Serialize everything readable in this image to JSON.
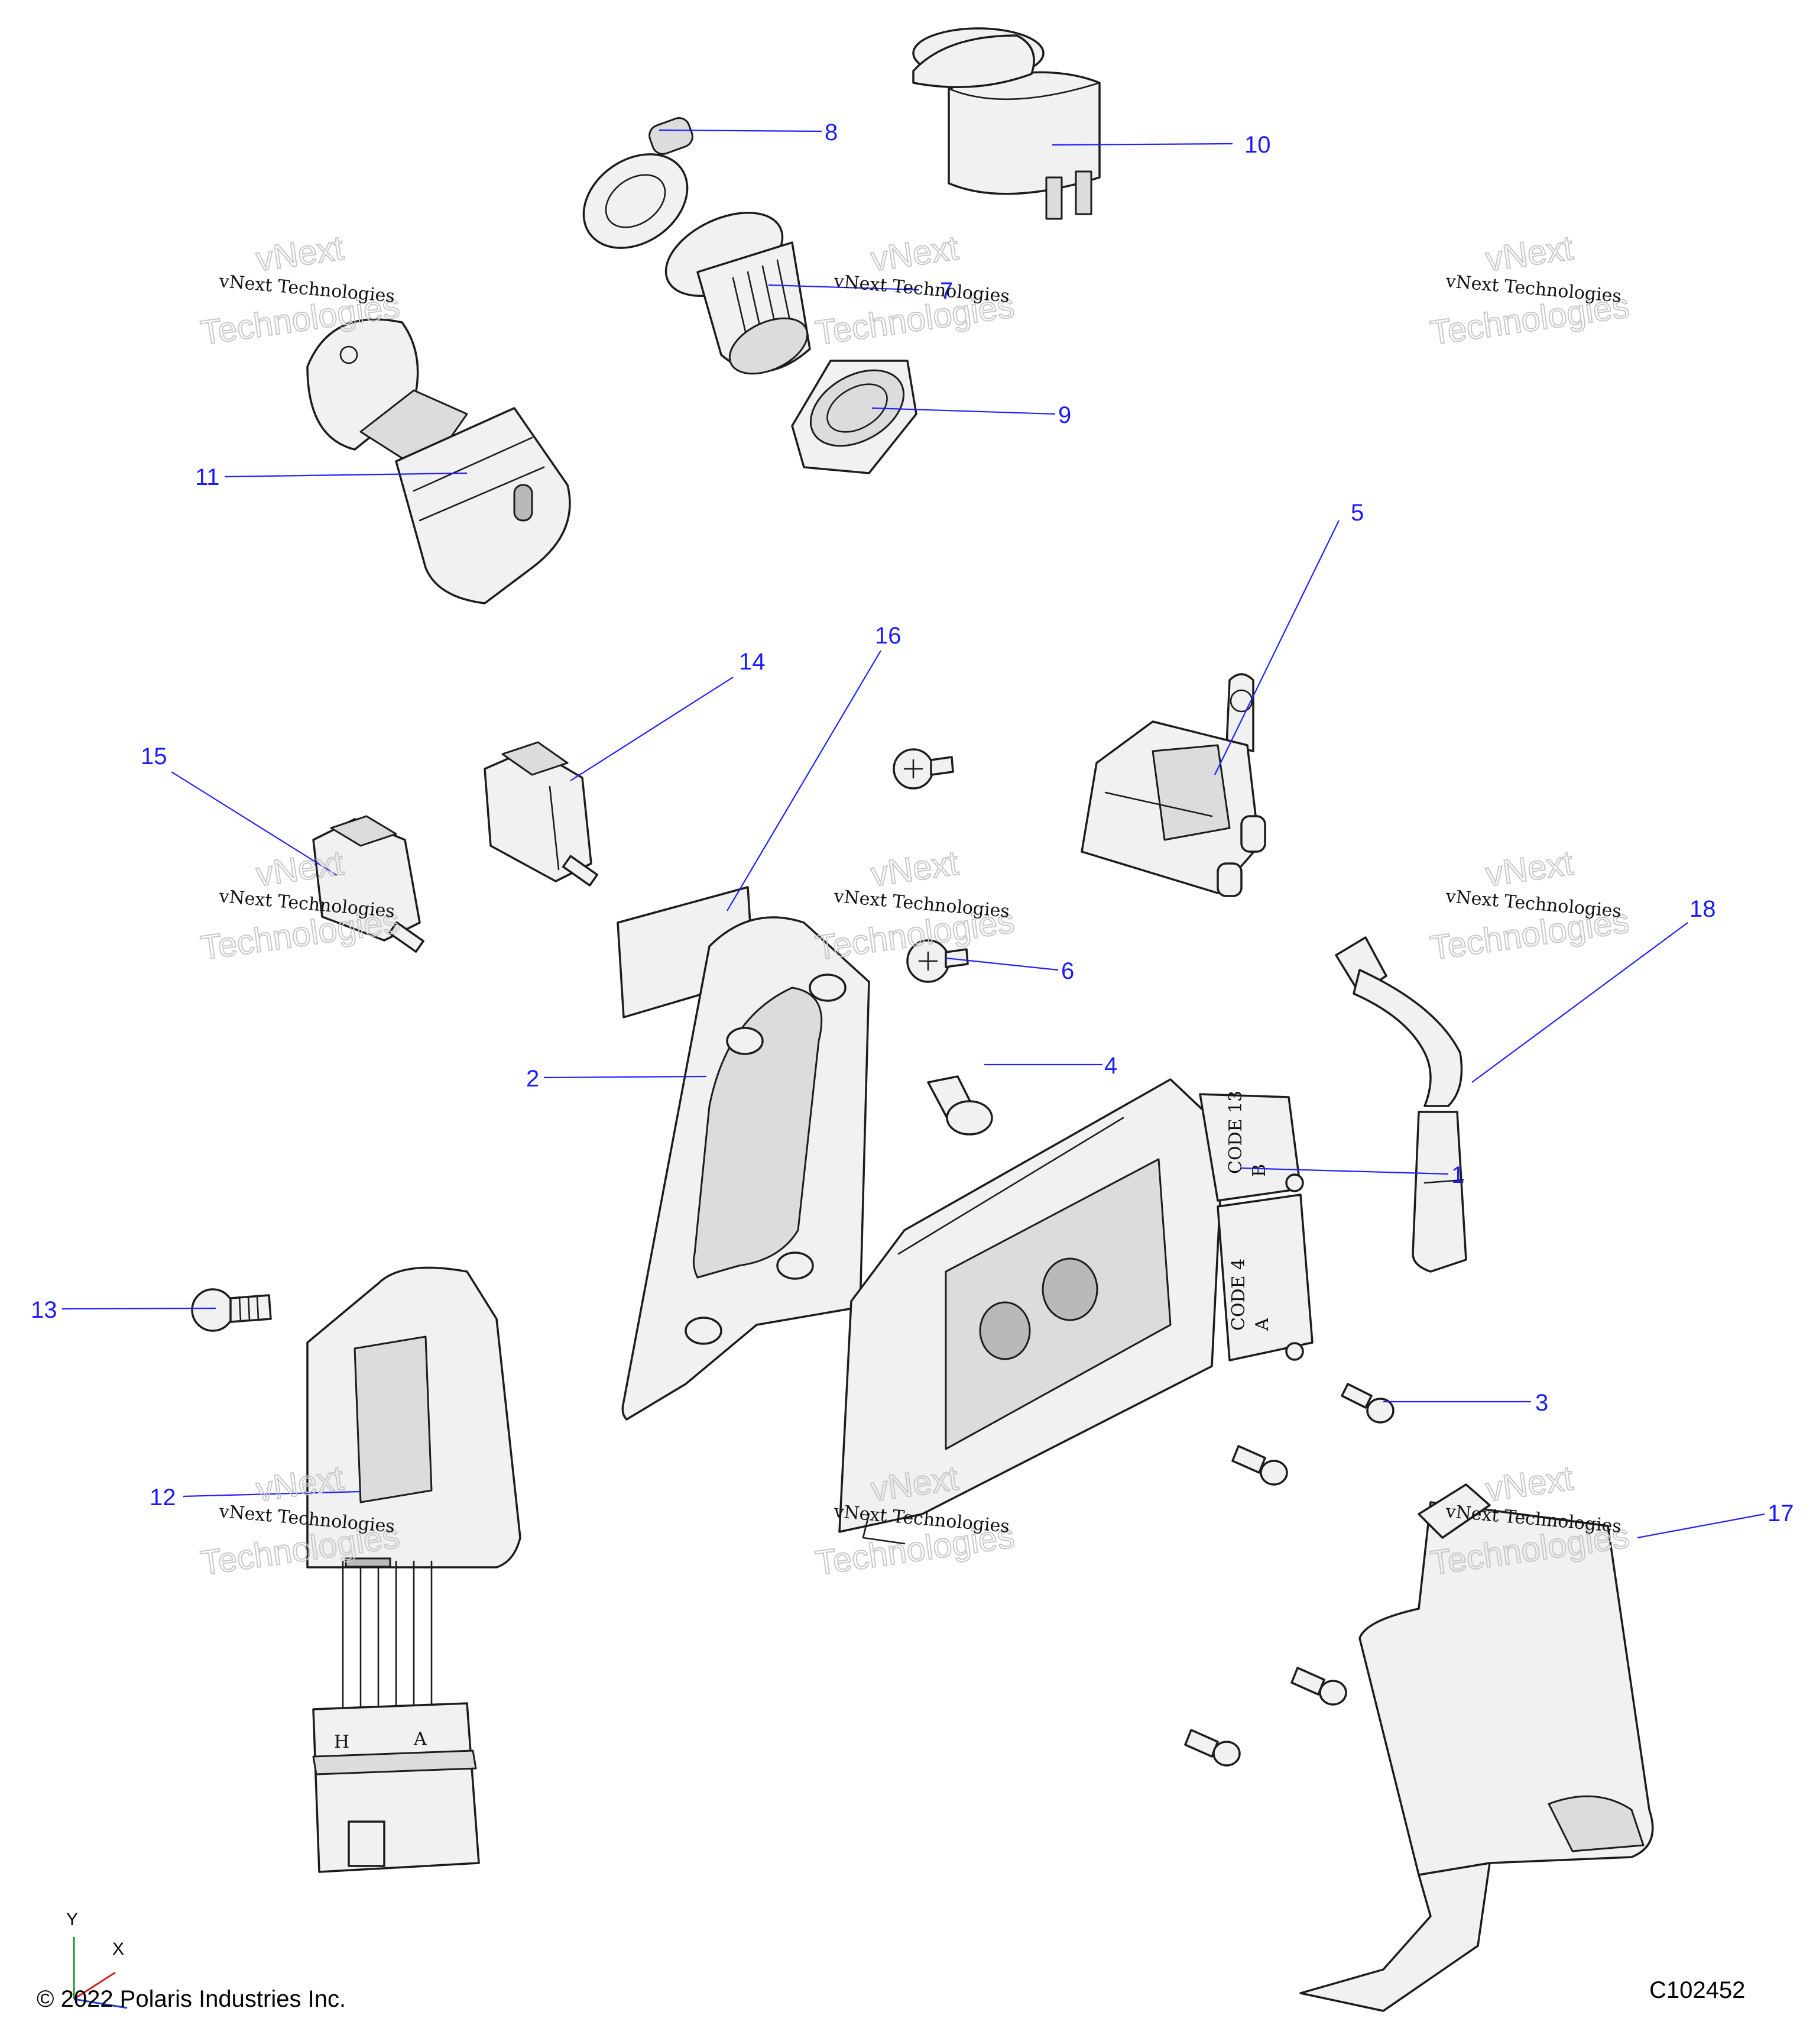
{
  "callouts": {
    "c1": "1",
    "c2": "2",
    "c3": "3",
    "c4": "4",
    "c5": "5",
    "c6": "6",
    "c7": "7",
    "c8": "8",
    "c9": "9",
    "c10": "10",
    "c11": "11",
    "c12": "12",
    "c13": "13",
    "c14": "14",
    "c15": "15",
    "c16": "16",
    "c17": "17",
    "c18": "18"
  },
  "watermark": {
    "line1": "vNext Technologies",
    "ghost_a": "vNext",
    "ghost_b": "Technologies"
  },
  "module_labels": {
    "code13": "CODE 13",
    "b": "B",
    "code4": "CODE 4",
    "a": "A"
  },
  "connector_labels": {
    "h": "H",
    "a": "A"
  },
  "axes": {
    "y": "Y",
    "x": "X"
  },
  "footer": {
    "copyright": "© 2022 Polaris Industries Inc.",
    "figure_id": "C102452"
  },
  "colors": {
    "callout": "#1a1aff",
    "leader": "#2020ff",
    "outline": "#1c1c1c",
    "fill": "#f1f1f1"
  }
}
